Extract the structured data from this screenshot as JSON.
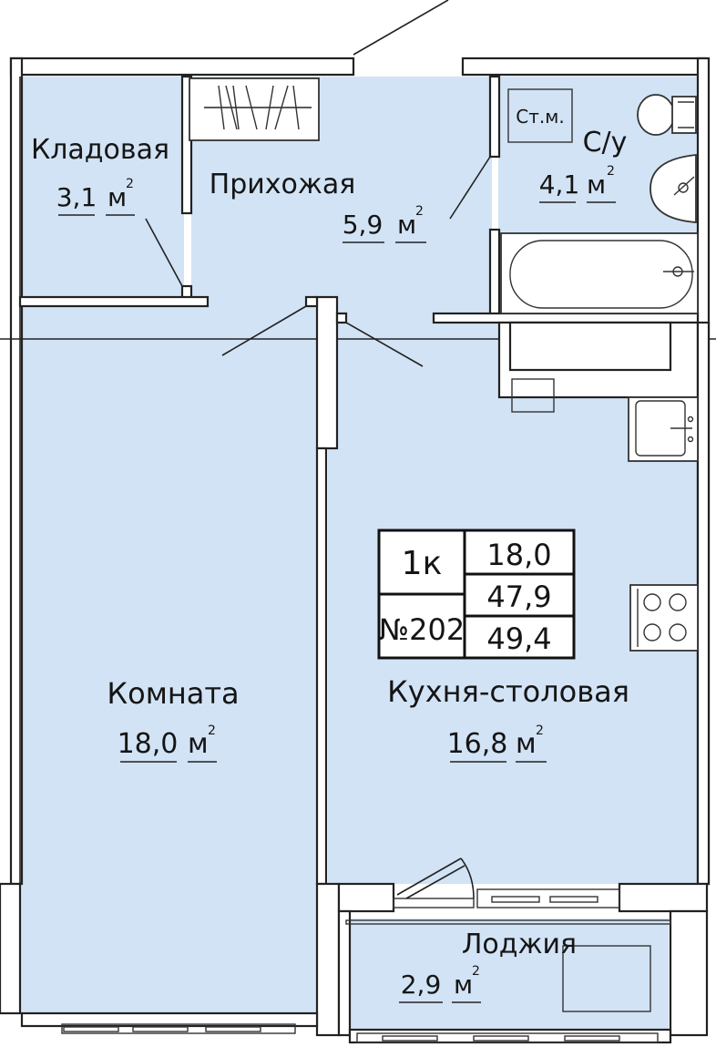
{
  "apartment": {
    "type_label": "1к",
    "number": "№202",
    "living_area": "18,0",
    "total_area": "47,9",
    "area_with_loggia": "49,4"
  },
  "unit_label": "м",
  "unit_sup": "2",
  "rooms": [
    {
      "id": "storage",
      "name": "Кладовая",
      "area": "3,1"
    },
    {
      "id": "hallway",
      "name": "Прихожая",
      "area": "5,9"
    },
    {
      "id": "bathroom",
      "name": "С/у",
      "area": "4,1"
    },
    {
      "id": "living",
      "name": "Комната",
      "area": "18,0"
    },
    {
      "id": "kitchen",
      "name": "Кухня-столовая",
      "area": "16,8"
    },
    {
      "id": "loggia",
      "name": "Лоджия",
      "area": "2,9"
    }
  ],
  "fixtures": {
    "riser_label": "Ст.м."
  },
  "colors": {
    "room_fill": "#d2e3f5",
    "wall_stroke": "#222222",
    "background": "#ffffff"
  }
}
